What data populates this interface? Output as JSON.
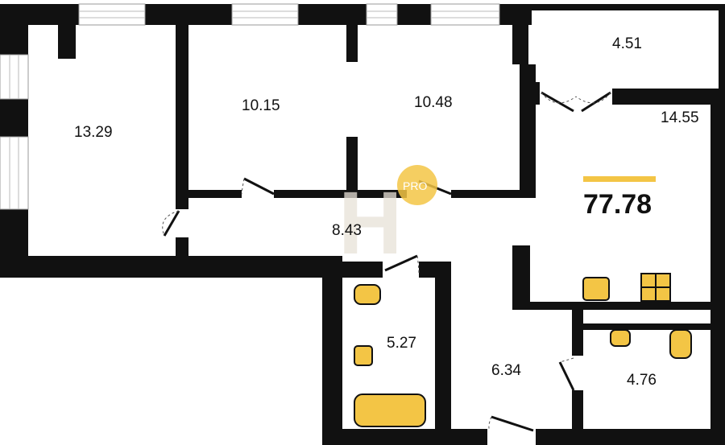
{
  "plan": {
    "total_area": "77.78",
    "badge": "PRO",
    "accent_color": "#f3c545",
    "wall_color": "#111111",
    "rooms": [
      {
        "id": "room-1",
        "area": "13.29"
      },
      {
        "id": "room-2",
        "area": "10.15"
      },
      {
        "id": "room-3",
        "area": "10.48"
      },
      {
        "id": "balcony",
        "area": "4.51"
      },
      {
        "id": "kitchen",
        "area": "14.55"
      },
      {
        "id": "hallway",
        "area": "8.43"
      },
      {
        "id": "bathroom",
        "area": "5.27"
      },
      {
        "id": "corridor",
        "area": "6.34"
      },
      {
        "id": "toilet",
        "area": "4.76"
      }
    ]
  }
}
